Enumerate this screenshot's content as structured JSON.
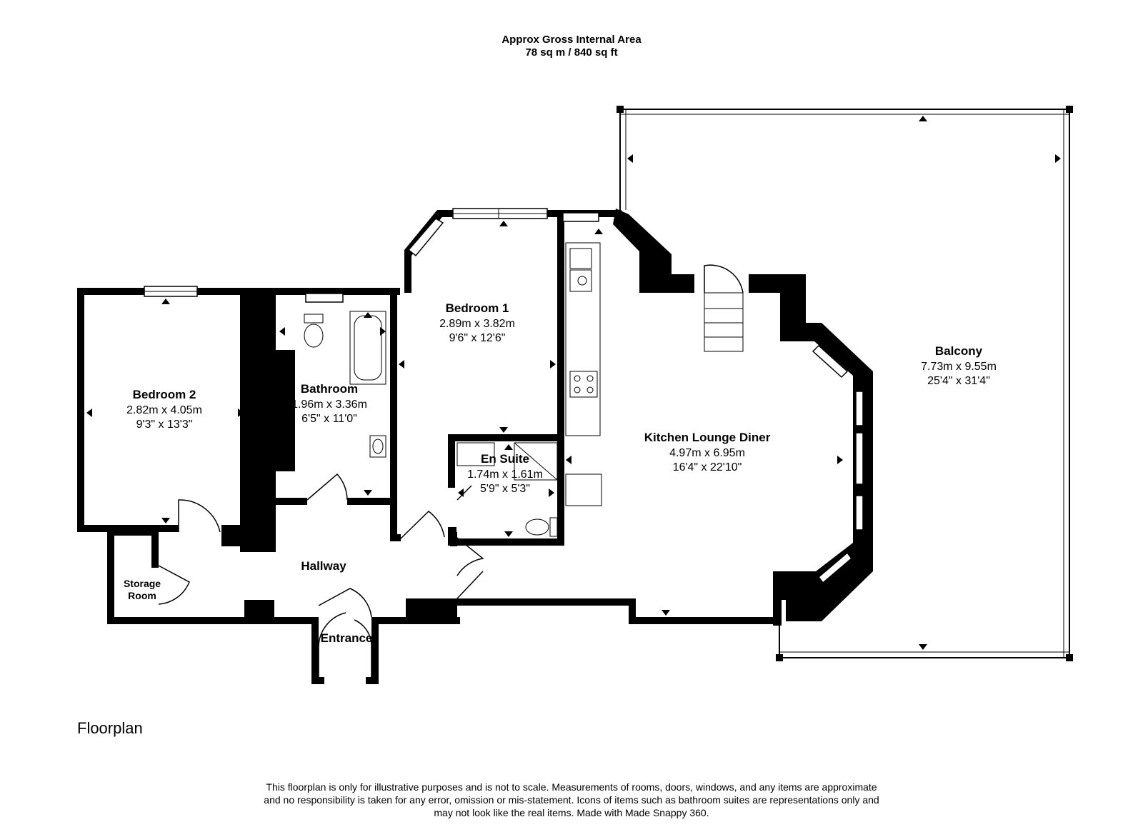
{
  "header": {
    "line1": "Approx Gross Internal Area",
    "line2": "78 sq m / 840 sq ft"
  },
  "rooms": {
    "bedroom2": {
      "name": "Bedroom 2",
      "metric": "2.82m x 4.05m",
      "imperial": "9'3\" x 13'3\""
    },
    "bathroom": {
      "name": "Bathroom",
      "metric": "1.96m x 3.36m",
      "imperial": "6'5\" x 11'0\""
    },
    "bedroom1": {
      "name": "Bedroom 1",
      "metric": "2.89m x 3.82m",
      "imperial": "9'6\" x 12'6\""
    },
    "ensuite": {
      "name": "En Suite",
      "metric": "1.74m x 1.61m",
      "imperial": "5'9\" x 5'3\""
    },
    "kitchen": {
      "name": "Kitchen Lounge Diner",
      "metric": "4.97m x 6.95m",
      "imperial": "16'4\" x 22'10\""
    },
    "balcony": {
      "name": "Balcony",
      "metric": "7.73m x 9.55m",
      "imperial": "25'4\" x 31'4\""
    },
    "hallway": {
      "name": "Hallway"
    },
    "storage": {
      "line1": "Storage",
      "line2": "Room"
    },
    "entrance": {
      "name": "Entrance"
    }
  },
  "caption": "Floorplan",
  "disclaimer": {
    "line1": "This floorplan is only for illustrative purposes and is not to scale. Measurements of rooms, doors, windows, and any items are approximate",
    "line2": "and no responsibility is taken for any error, omission or mis-statement. Icons of items such as bathroom suites are representations only and",
    "line3": "may not look like the real items. Made with Made Snappy 360."
  }
}
